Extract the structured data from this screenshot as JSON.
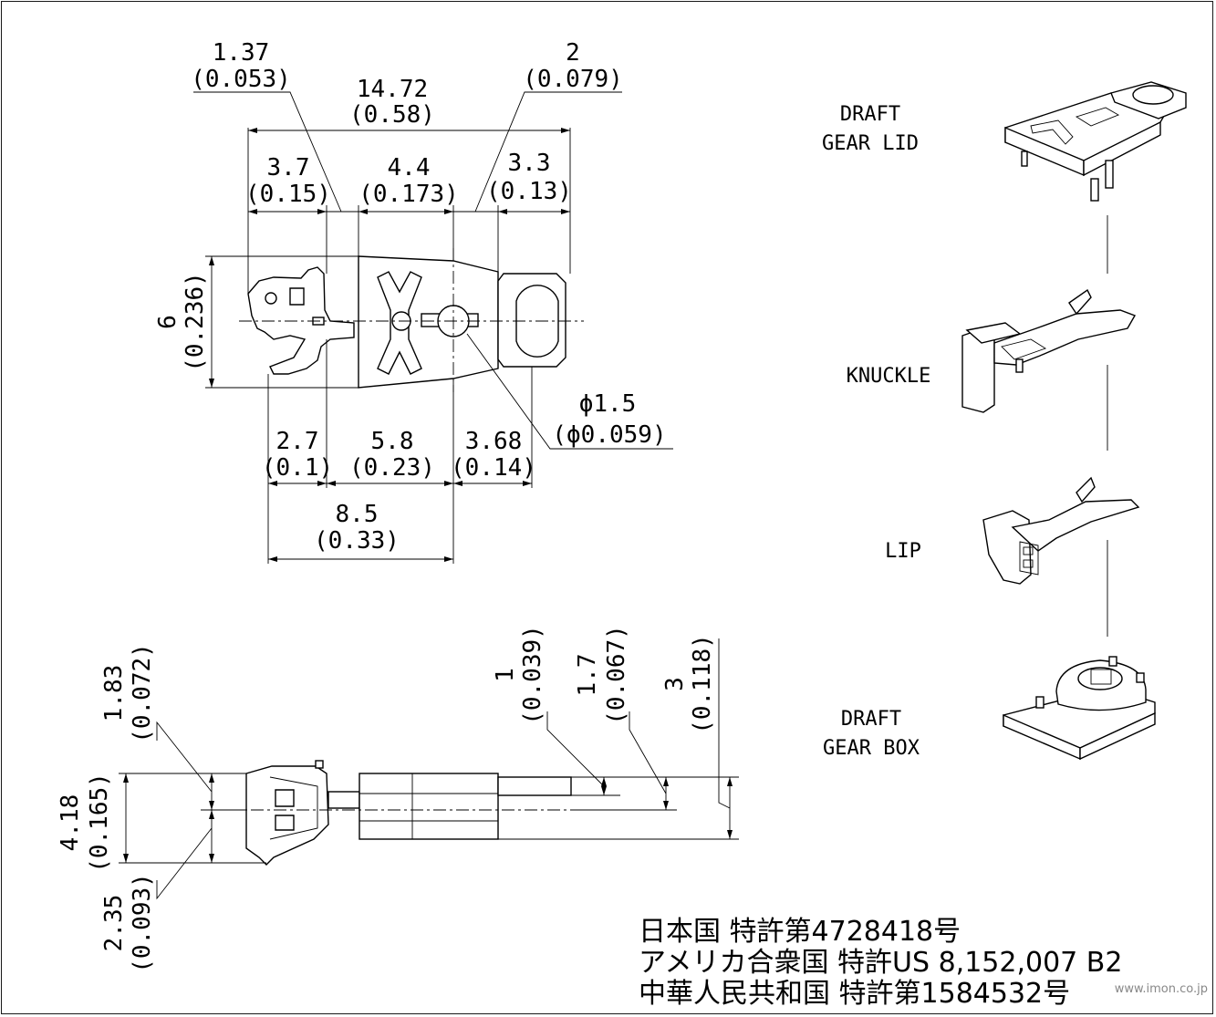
{
  "dimensions": {
    "d_1_37": "1.37",
    "d_1_37_in": "(0.053)",
    "d_2": "2",
    "d_2_in": "(0.079)",
    "d_14_72": "14.72",
    "d_14_72_in": "(0.58)",
    "d_3_7": "3.7",
    "d_3_7_in": "(0.15)",
    "d_4_4": "4.4",
    "d_4_4_in": "(0.173)",
    "d_3_3": "3.3",
    "d_3_3_in": "(0.13)",
    "d_6": "6",
    "d_6_in": "(0.236)",
    "d_phi": "ϕ1.5",
    "d_phi_in": "(ϕ0.059)",
    "d_2_7": "2.7",
    "d_2_7_in": "(0.1)",
    "d_5_8": "5.8",
    "d_5_8_in": "(0.23)",
    "d_3_68": "3.68",
    "d_3_68_in": "(0.14)",
    "d_8_5": "8.5",
    "d_8_5_in": "(0.33)",
    "d_1_83": "1.83",
    "d_1_83_in": "(0.072)",
    "d_4_18": "4.18",
    "d_4_18_in": "(0.165)",
    "d_2_35": "2.35",
    "d_2_35_in": "(0.093)",
    "d_1": "1",
    "d_1_in": "(0.039)",
    "d_1_7": "1.7",
    "d_1_7_in": "(0.067)",
    "d_3": "3",
    "d_3_in": "(0.118)"
  },
  "parts": {
    "draft_gear_lid_1": "DRAFT",
    "draft_gear_lid_2": "GEAR LID",
    "knuckle": "KNUCKLE",
    "lip": "LIP",
    "draft_gear_box_1": "DRAFT",
    "draft_gear_box_2": "GEAR BOX"
  },
  "patents": {
    "japan": "日本国 特許第4728418号",
    "usa": "アメリカ合衆国 特許US 8,152,007 B2",
    "china": "中華人民共和国 特許第1584532号"
  },
  "watermark": "www.imon.co.jp"
}
